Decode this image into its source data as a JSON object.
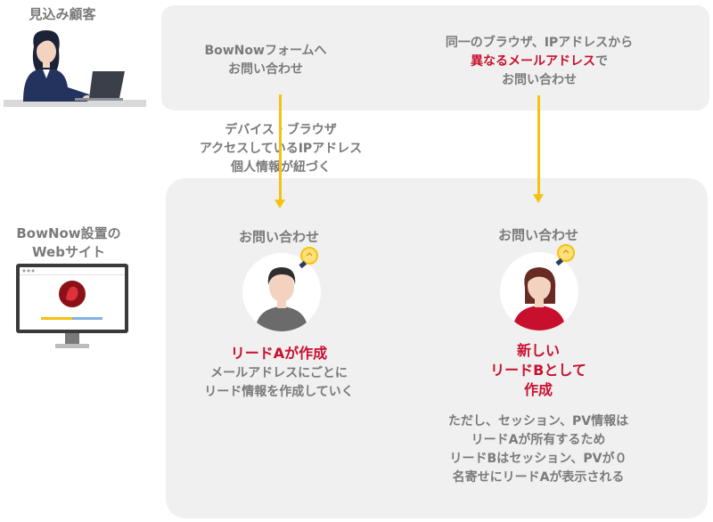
{
  "left": {
    "prospect_label": "見込み顧客",
    "website_label_1": "BowNow設置の",
    "website_label_2": "Webサイト"
  },
  "top": {
    "left_line1": "BowNowフォームへ",
    "left_line2": "お問い合わせ",
    "right_line1": "同一のブラウザ、IPアドレスから",
    "right_line2_red": "異なるメールアドレス",
    "right_line2_suffix": "で",
    "right_line3": "お問い合わせ"
  },
  "middle": {
    "line1": "デバイス・ブラウザ",
    "line2": "アクセスしているIPアドレス",
    "line3": "個人情報が紐づく"
  },
  "bottom_left": {
    "heading": "お問い合わせ",
    "result": "リードAが作成",
    "desc1": "メールアドレスにごとに",
    "desc2": "リード情報を作成していく"
  },
  "bottom_right": {
    "heading": "お問い合わせ",
    "result1": "新しい",
    "result2": "リードBとして",
    "result3": "作成",
    "note1": "ただし、セッション、PV情報は",
    "note2": "リードAが所有するため",
    "note3": "リードBはセッション、PVが０",
    "note4": "名寄せにリードAが表示される"
  },
  "colors": {
    "accent_red": "#c8102e",
    "arrow_yellow": "#f5c211",
    "panel_gray": "#f0f0f0"
  }
}
